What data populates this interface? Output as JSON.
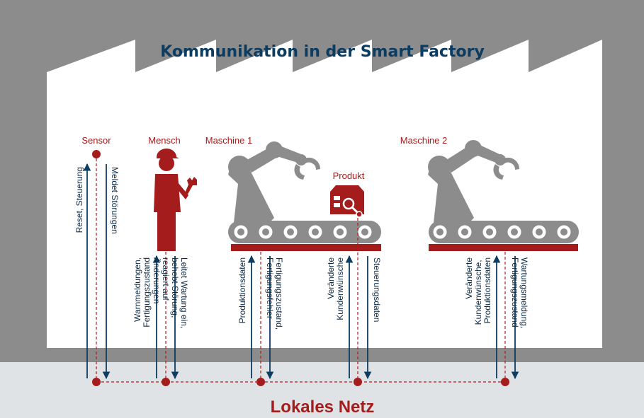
{
  "title": "Kommunikation in der Smart Factory",
  "network_label": "Lokales Netz",
  "nodes": {
    "sensor": "Sensor",
    "mensch": "Mensch",
    "maschine1": "Maschine 1",
    "produkt": "Produkt",
    "maschine2": "Maschine 2"
  },
  "flows": {
    "f1": [
      "Reset, Steuerung"
    ],
    "f2": [
      "Meldet Störungen"
    ],
    "f3": [
      "Warnmeldungen,",
      "Fertigungszustand"
    ],
    "f4": [
      "Leitet Wartung ein,",
      "behebt Störung,",
      "reagiert auf",
      "Änderungen"
    ],
    "f5": [
      "Produktionsdaten"
    ],
    "f6": [
      "Fertigungszustand,",
      "Fertigungsfehler"
    ],
    "f7": [
      "Veränderte",
      "Kundenwünsche"
    ],
    "f8": [
      "Steuerungsdaten"
    ],
    "f9": [
      "Veränderte",
      "Kundenwünsche,",
      "Produktionsdaten"
    ],
    "f10": [
      "Wartungsmeldung,",
      "Fertigungszustand"
    ]
  },
  "colors": {
    "accent_red": "#a51c1c",
    "navy": "#0d3c61",
    "factory_gray": "#8c8c8c",
    "background": "#dfe3e6"
  },
  "icons": [
    "factory-outline",
    "person-with-wrench-icon",
    "robot-arm-icon",
    "conveyor-belt-icon",
    "product-icon"
  ]
}
